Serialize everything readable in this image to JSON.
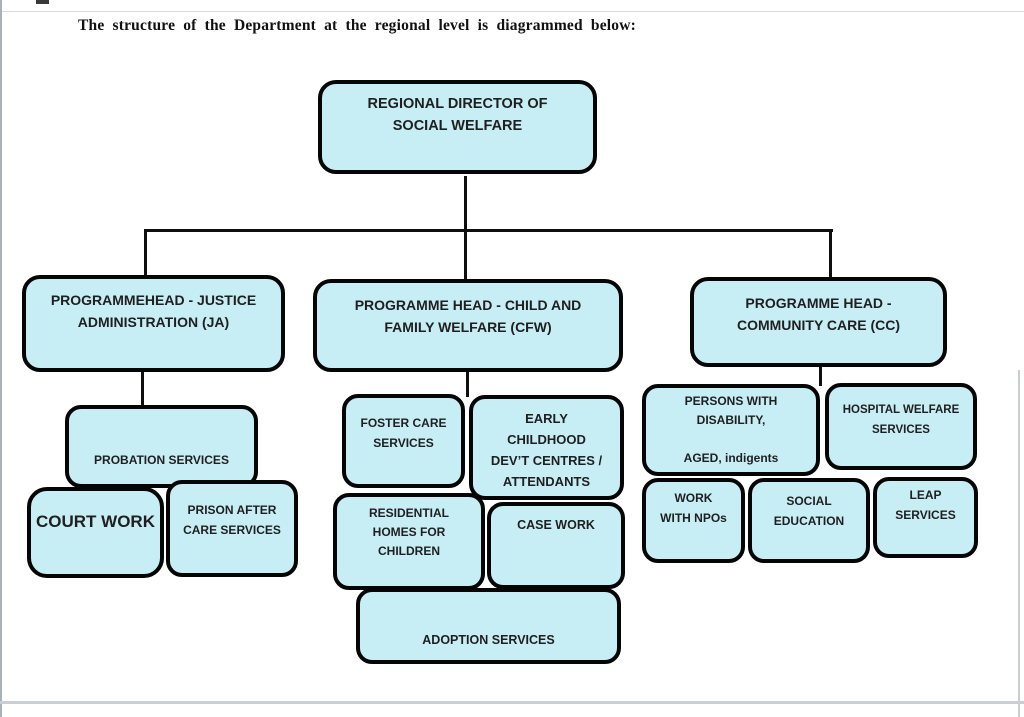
{
  "page": {
    "title": "The structure of the Department at the regional level is diagrammed below:"
  },
  "colors": {
    "box_fill": "#c7edf5",
    "box_border": "#050505",
    "connector": "#0f0f0f"
  },
  "diagram": {
    "root": "REGIONAL DIRECTOR OF\nSOCIAL WELFARE",
    "ja": {
      "head": "PROGRAMMEHEAD - JUSTICE\nADMINISTRATION (JA)",
      "probation": "PROBATION SERVICES",
      "court_work": "COURT WORK",
      "prison_after_care": "PRISON AFTER\nCARE SERVICES"
    },
    "cfw": {
      "head": "PROGRAMME HEAD - CHILD AND\nFAMILY WELFARE (CFW)",
      "foster_care": "FOSTER CARE\nSERVICES",
      "early_childhood": "EARLY\nCHILDHOOD\nDEV’T CENTRES /\nATTENDANTS",
      "residential_homes": "RESIDENTIAL\nHOMES FOR\nCHILDREN",
      "case_work": "CASE WORK",
      "adoption": "ADOPTION SERVICES"
    },
    "cc": {
      "head": "PROGRAMME HEAD -\nCOMMUNITY CARE (CC)",
      "persons_with_disability": "PERSONS WITH\nDISABILITY,\n\nAGED, indigents",
      "hospital_welfare": "HOSPITAL WELFARE\nSERVICES",
      "work_with_npos": "WORK\nWITH NPOs",
      "social_education": "SOCIAL\nEDUCATION",
      "leap_services": "LEAP\nSERVICES"
    }
  }
}
